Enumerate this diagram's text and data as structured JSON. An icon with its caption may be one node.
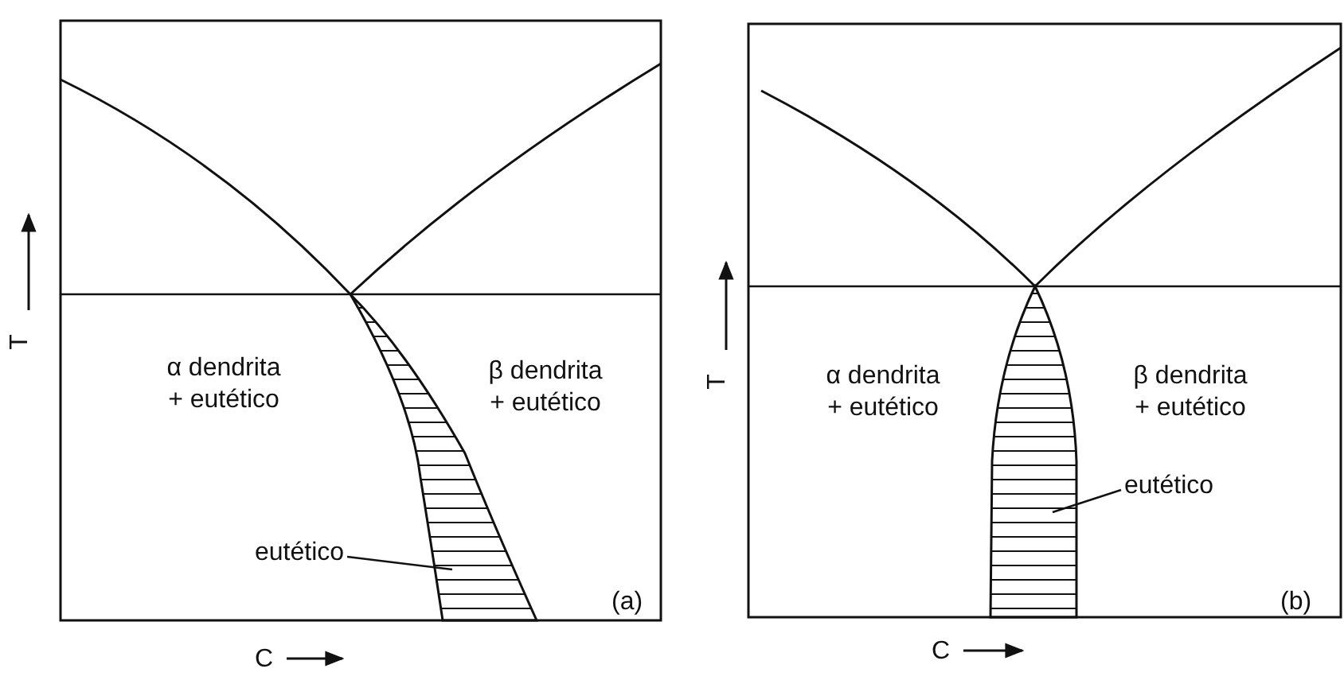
{
  "diagram": {
    "nodes": [
      {
        "text": [
          "eutético"
        ]
      },
      {
        "text": [],
        "shape": "region"
      },
      {
        "text": [
          "eutético"
        ]
      },
      {
        "text": [],
        "shape": "region"
      }
    ],
    "edges": [
      {
        "from": 0,
        "to": 1,
        "arrow": "none"
      },
      {
        "from": 2,
        "to": 3,
        "arrow": "none"
      }
    ],
    "labels": [
      "T",
      "α dendrita + eutético",
      "β dendrita + eutético",
      "(a)",
      "C",
      "T",
      "α dendrita + eutético",
      "β dendrita + eutético",
      "(b)",
      "C"
    ]
  }
}
